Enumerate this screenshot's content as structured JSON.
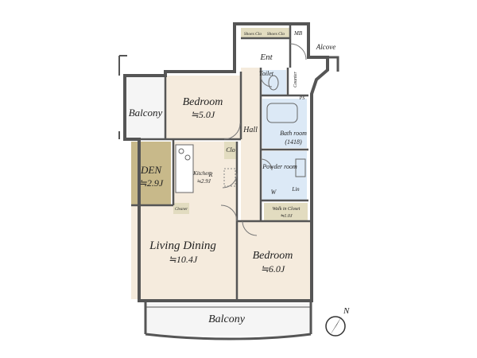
{
  "rooms": {
    "bedroom_north": {
      "name": "Bedroom",
      "size": "≒5.0J"
    },
    "balcony_west": {
      "name": "Balcony"
    },
    "den": {
      "name": "DEN",
      "size": "≒2.9J"
    },
    "living_dining": {
      "name": "Living Dining",
      "size": "≒10.4J"
    },
    "bedroom_south": {
      "name": "Bedroom",
      "size": "≒6.0J"
    },
    "balcony_south": {
      "name": "Balcony"
    },
    "kitchen": {
      "name": "Kitchen",
      "size": "≒2.9J"
    },
    "hall": {
      "name": "Hall"
    },
    "ent": {
      "name": "Ent"
    },
    "alcove": {
      "name": "Alcove"
    },
    "toilet": {
      "name": "Toilet"
    },
    "bathroom": {
      "name": "Bath room",
      "note": "(1418)"
    },
    "powder_room": {
      "name": "Powder room"
    },
    "walk_in_closet": {
      "name": "Walk in Closet",
      "size": "≒1.0J"
    }
  },
  "labels": {
    "shoe_clo_1": "Shoes Clo",
    "shoe_clo_2": "Shoes Clo",
    "mb": "MB",
    "ps": "PS",
    "counter": "Counter",
    "clo": "Clo",
    "r": "R",
    "w": "W",
    "lin": "Lin",
    "cleaner": "Cleaner",
    "compass_n": "N"
  },
  "colors": {
    "wall": "#555555",
    "wood": "#f5ebdd",
    "den": "#c8b98a",
    "closet": "#e2dcc0",
    "bath": "#dce9f6",
    "balcony": "#f5f5f5"
  }
}
